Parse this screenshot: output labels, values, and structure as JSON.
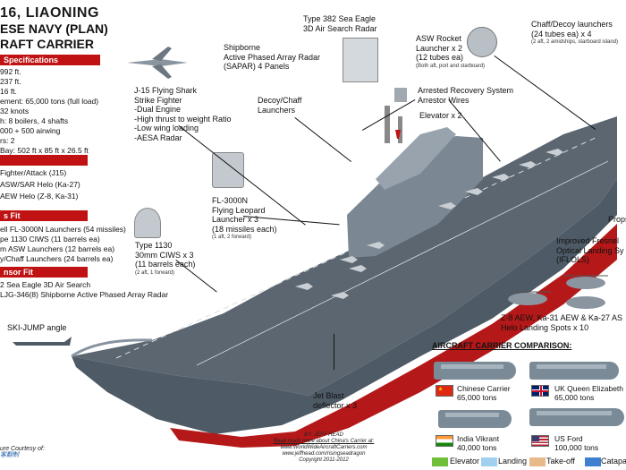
{
  "header": {
    "title_line1": "16, LIAONING",
    "title_line2": "ESE NAVY (PLAN)",
    "title_line3": "RAFT CARRIER"
  },
  "specs": {
    "section_title": "Specifications",
    "lines": [
      "992 ft.",
      "237 ft.",
      "16 ft.",
      "ement: 65,000 tons (full load)",
      "32 knots",
      "h: 8 boilers, 4 shafts",
      "000 + 500 airwing",
      "rs: 2",
      "Bay: 502 ft x 85 ft x 26.5 ft"
    ]
  },
  "airwing": {
    "lines": [
      "Fighter/Attack (J15)",
      "ASW/SAR Helo (Ka-27)",
      "AEW Helo (Z-8, Ka-31)"
    ]
  },
  "weapons": {
    "section_title": "s Fit",
    "lines": [
      "ell FL-3000N Launchers (54 missiles)",
      "pe 1130 CIWS (11 barrels ea)",
      "m ASW Launchers (12 barrels ea)",
      "y/Chaff Launchers (24 barrels ea)"
    ]
  },
  "sensors": {
    "section_title": "nsor Fit",
    "lines": [
      "2 Sea Eagle 3D Air Search",
      "LJG-346(8) Shipborne Active Phased Array Radar"
    ]
  },
  "callouts": {
    "j15": [
      "J-15 Flying Shark",
      "Strike Fighter",
      "-Dual Engine",
      "-High thrust to weight Ratio",
      "-Low wing loading",
      "-AESA Radar"
    ],
    "sapar": [
      "Shipborne",
      "Active Phased Array Radar",
      "(SAPAR) 4 Panels"
    ],
    "radar382": [
      "Type 382 Sea Eagle",
      "3D Air Search Radar"
    ],
    "asw": [
      "ASW Rocket",
      "Launcher x 2",
      "(12 tubes ea)"
    ],
    "asw_sub": "(Both aft, port and starboard)",
    "chaff_top": [
      "Chaff/Decoy launchers",
      "(24 tubes ea) x 4"
    ],
    "chaff_top_sub": "(2 aft, 2 amidships, starboard island)",
    "decoy": [
      "Decoy/Chaff",
      "Launchers"
    ],
    "arrest": [
      "Arrested Recovery System",
      "Arrestor Wires"
    ],
    "elevator": "Elevator x 2",
    "fl3000": [
      "FL-3000N",
      "Flying Leopard",
      "Launcher x 3",
      "(18 missiles each)"
    ],
    "fl3000_sub": "(1 aft, 2 forward)",
    "ciws": [
      "Type 1130",
      "30mm CIWS x 3",
      "(11 barrels each)"
    ],
    "ciws_sub": "(2 aft, 1 forward)",
    "props": "Props",
    "iflols": [
      "Improved Fresnel",
      "Optical Landing Sy",
      "(IFLOLS)"
    ],
    "helo": [
      "Z-8 AEW, Ka-31 AEW & Ka-27 AS",
      "Helo Landing Spots x 10"
    ],
    "skijump": "SKI-JUMP angle",
    "jbd": [
      "Jet Blast",
      "deflector x 3"
    ]
  },
  "comparison": {
    "title": "AIRCRAFT CARRIER COMPARISON:",
    "ships": [
      {
        "name": "Chinese Carrier",
        "tons": "65,000 tons",
        "flag": "china"
      },
      {
        "name": "UK Queen Elizabeth",
        "tons": "65,000 tons",
        "flag": "uk"
      },
      {
        "name": "India Vikrant",
        "tons": "40,000 tons",
        "flag": "india"
      },
      {
        "name": "US Ford",
        "tons": "100,000 tons",
        "flag": "us"
      }
    ],
    "legend": [
      {
        "label": "Elevator",
        "color": "#6fbf3a"
      },
      {
        "label": "Landing",
        "color": "#9fd0ee"
      },
      {
        "label": "Take-off",
        "color": "#e8b98a"
      },
      {
        "label": "Catapa",
        "color": "#3f7fd0"
      }
    ]
  },
  "credits": {
    "by": "BY: JEFF HEAD",
    "more": "Read much more about China's Carrier at:",
    "site1": "www.WorldWideAircraftCarriers.com",
    "site2": "www.jeffhead.com/risingseadragon",
    "copy": "Copyright 2011-2012",
    "courtesy": "ure Courtesy of:",
    "courtesy2": "客翻制"
  },
  "colors": {
    "accent": "#c01212",
    "hull": "#4e5a66",
    "deck": "#5c6670",
    "waterline": "#b51818"
  }
}
